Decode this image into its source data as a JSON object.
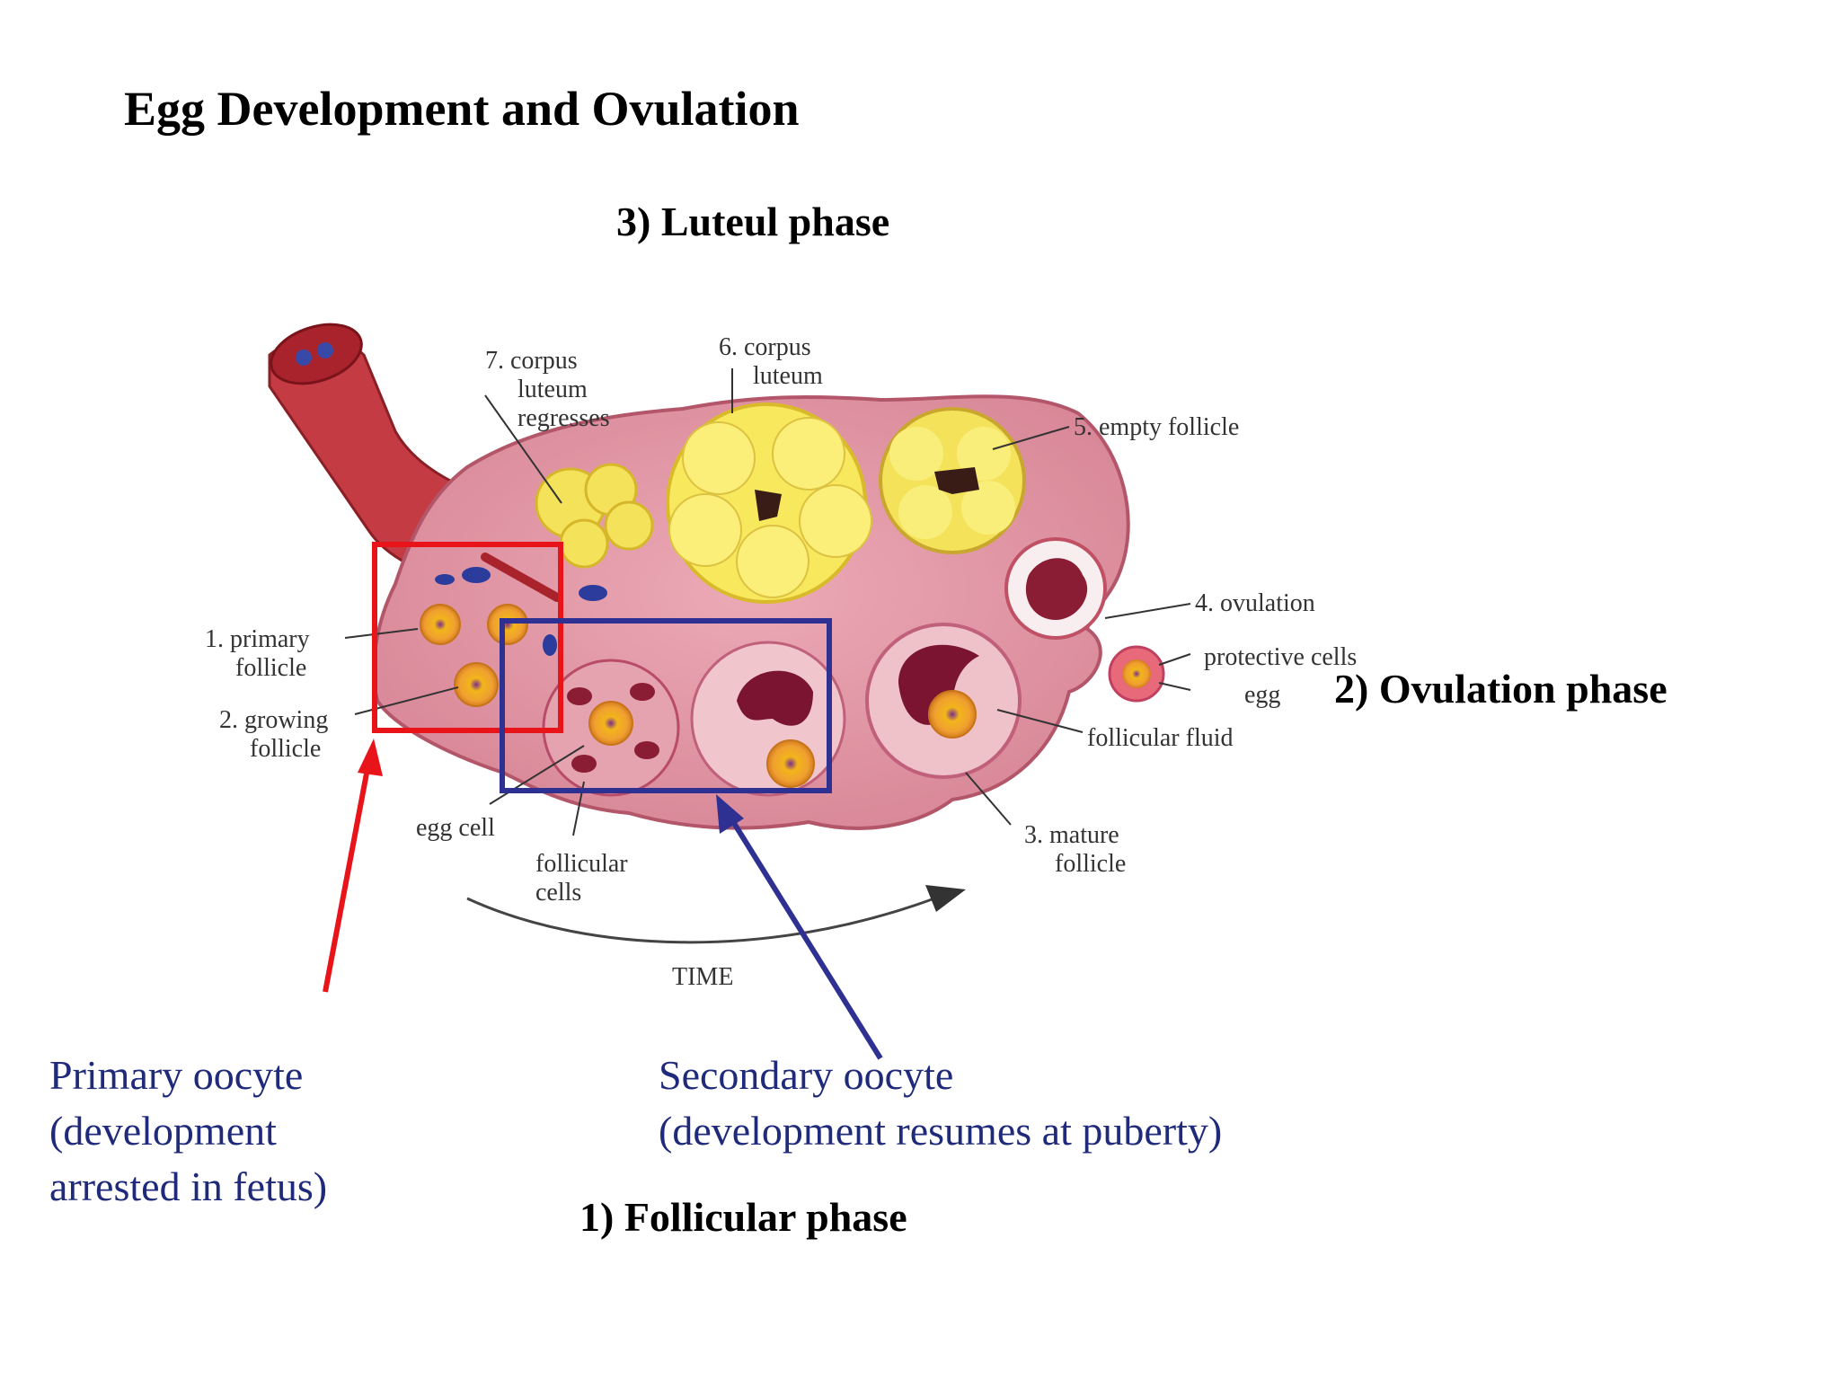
{
  "slide_title": "Egg Development and Ovulation",
  "phases": {
    "luteal": "3) Luteul phase",
    "ovulation": "2) Ovulation phase",
    "follicular": "1) Follicular phase"
  },
  "diagram_labels": {
    "primary_follicle": [
      "1. primary",
      "follicle"
    ],
    "growing_follicle": [
      "2. growing",
      "follicle"
    ],
    "mature_follicle": [
      "3. mature",
      "follicle"
    ],
    "ovulation": "4. ovulation",
    "empty_follicle": "5. empty follicle",
    "corpus_luteum": [
      "6. corpus",
      "luteum"
    ],
    "corpus_luteum_regresses": [
      "7. corpus",
      "luteum",
      "regresses"
    ],
    "protective_cells": "protective cells",
    "egg": "egg",
    "follicular_fluid": "follicular fluid",
    "egg_cell": "egg cell",
    "follicular_cells": [
      "follicular",
      "cells"
    ],
    "time": "TIME"
  },
  "annotations": {
    "primary_oocyte": "Primary oocyte\n(development\narrested in fetus)",
    "secondary_oocyte": "Secondary oocyte\n(development resumes at puberty)"
  },
  "colors": {
    "red_box": "#e8141a",
    "blue_box": "#2e3192",
    "annotation_text": "#1f2a7a",
    "ovary": "#e59aa8",
    "corpus": "#f5e15a"
  }
}
